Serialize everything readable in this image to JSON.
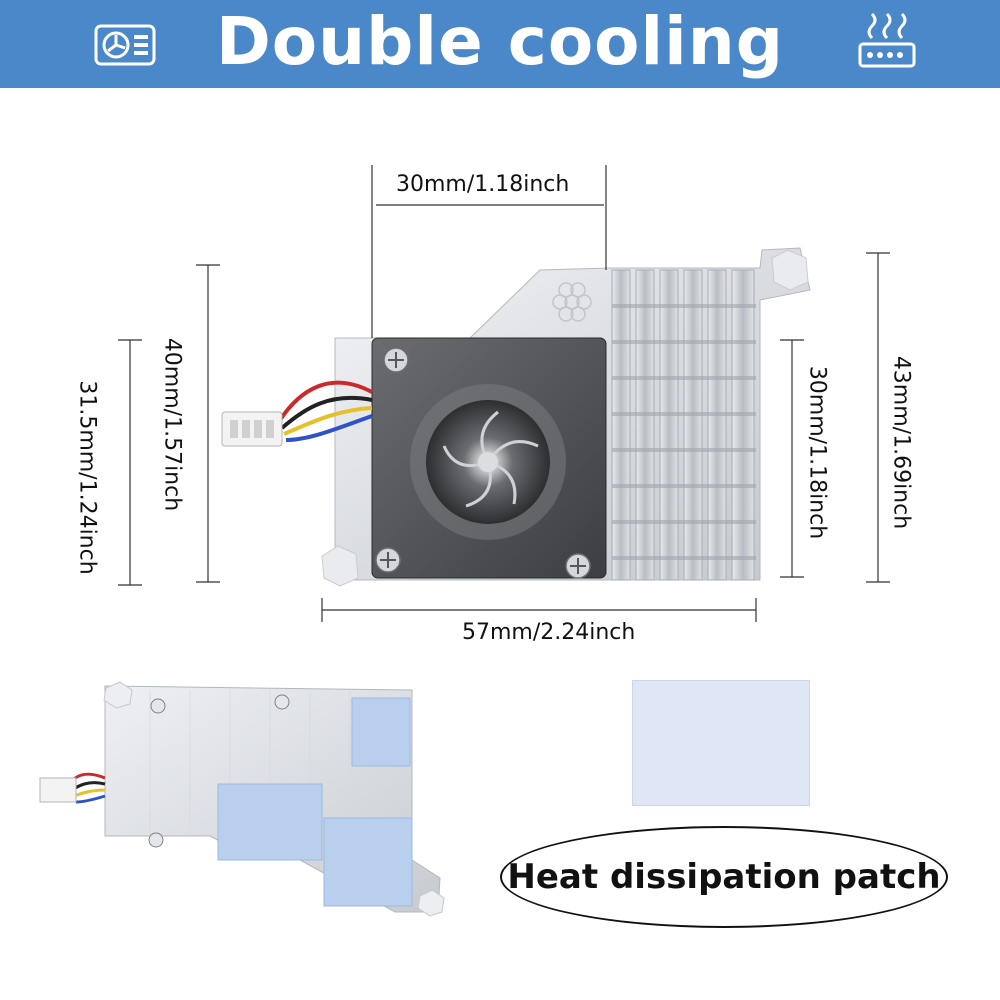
{
  "header": {
    "title": "Double cooling",
    "left_icon": "fan-card-icon",
    "right_icon": "heatsink-heat-icon",
    "background": "#4a88c9"
  },
  "dimensions": {
    "top_width": "30mm/1.18inch",
    "bottom_width": "57mm/2.24inch",
    "left_inner_height": "40mm/1.57inch",
    "left_outer_height": "31.5mm/1.24inch",
    "right_inner_height": "30mm/1.18inch",
    "right_outer_height": "43mm/1.69inch"
  },
  "patch": {
    "label": "Heat dissipation patch",
    "color": "#dfe7f6"
  }
}
